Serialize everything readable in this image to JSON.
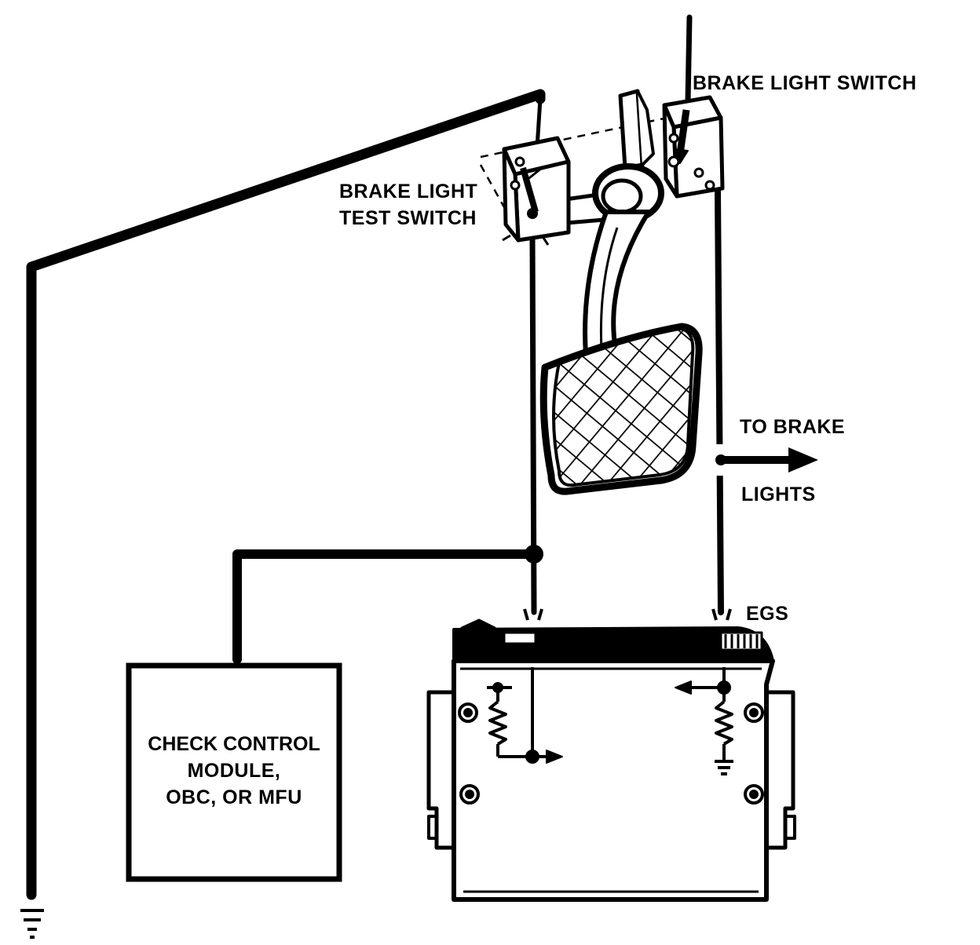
{
  "labels": {
    "brake_light_switch": "BRAKE LIGHT SWITCH",
    "test_switch_line1": "BRAKE LIGHT",
    "test_switch_line2": "TEST SWITCH",
    "to_brake": "TO BRAKE",
    "lights": "LIGHTS",
    "egs": "EGS",
    "ccm_line1": "CHECK CONTROL",
    "ccm_line2": "MODULE,",
    "ccm_line3": "OBC, OR MFU"
  },
  "colors": {
    "ink": "#000000",
    "paper": "#ffffff"
  }
}
